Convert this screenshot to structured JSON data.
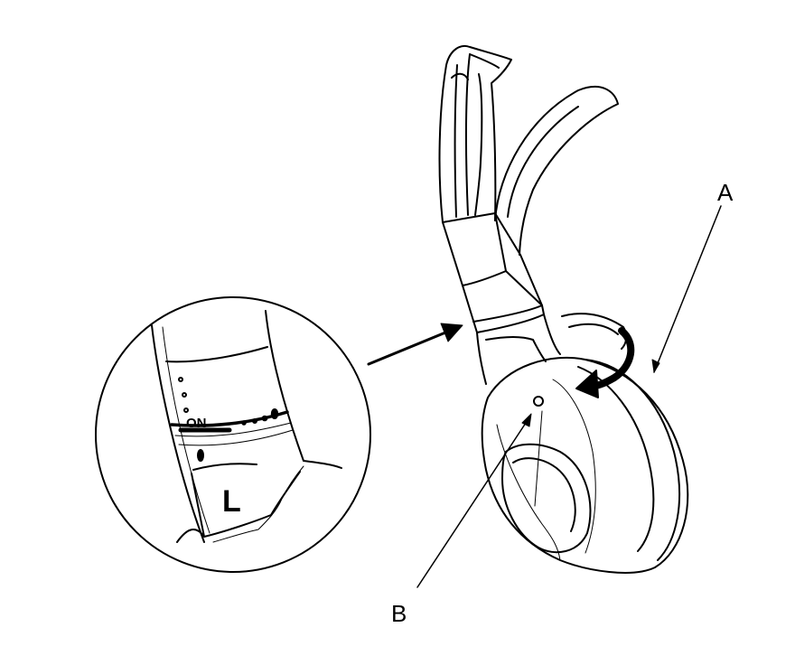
{
  "labels": {
    "a": "A",
    "b": "B"
  },
  "detail": {
    "switch_text": "ON",
    "side_mark": "L"
  },
  "colors": {
    "line": "#000000",
    "background": "#ffffff"
  }
}
